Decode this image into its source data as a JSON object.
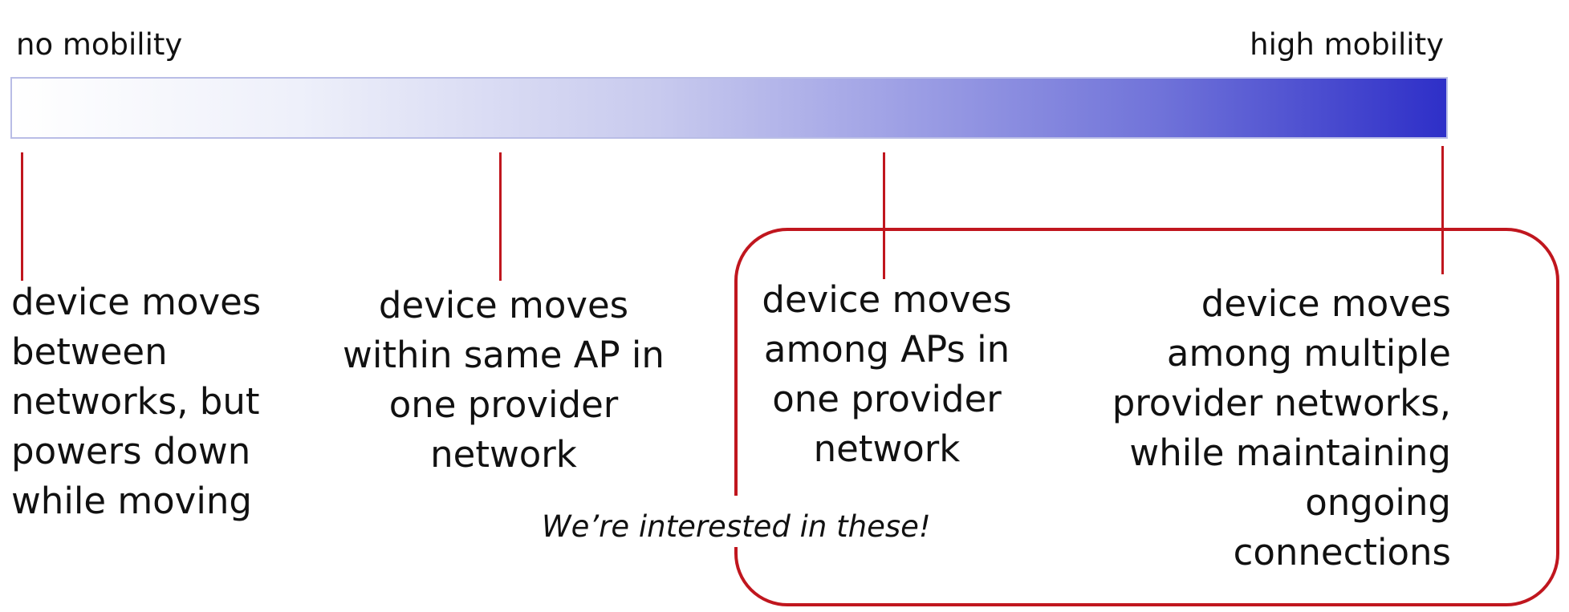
{
  "scale": {
    "left_label": "no mobility",
    "right_label": "high mobility",
    "gradient_start_color": "#ffffff",
    "gradient_end_color": "#2e2fc8"
  },
  "marker_color": "#c0161e",
  "cases": [
    {
      "lines": [
        "device moves",
        "between",
        "networks, but",
        "powers down",
        "while moving"
      ]
    },
    {
      "lines": [
        "device moves",
        "within same AP in",
        "one provider",
        "network"
      ]
    },
    {
      "lines": [
        "device moves",
        "among APs in",
        "one provider",
        "network"
      ]
    },
    {
      "lines": [
        "device moves",
        "among multiple",
        "provider networks,",
        "while maintaining",
        "ongoing",
        "connections"
      ]
    }
  ],
  "highlight_note": "We’re interested in these!"
}
